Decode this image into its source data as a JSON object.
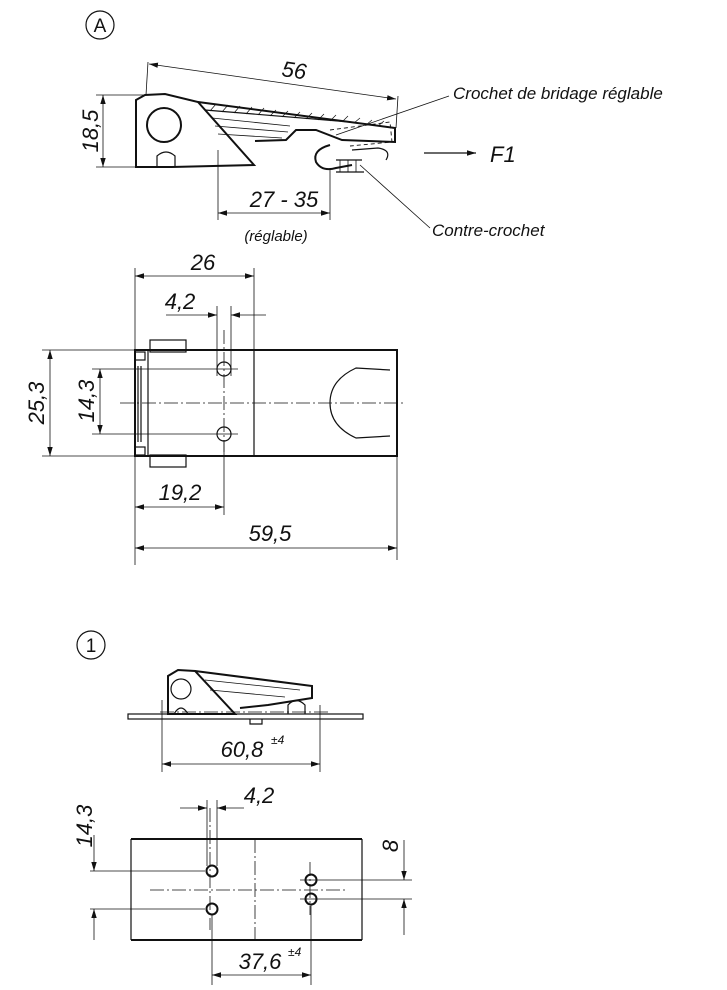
{
  "view_a": {
    "marker": "A",
    "dim_length": "56",
    "dim_height": "18,5",
    "dim_adjust": "27 - 35",
    "dim_adjust_note": "(réglable)",
    "label_hook": "Crochet de bridage réglable",
    "label_counter_hook": "Contre-crochet",
    "force_label": "F1"
  },
  "view_a_plan": {
    "dim_width": "26",
    "dim_hole_dia": "4,2",
    "dim_total_height": "25,3",
    "dim_hole_spacing": "14,3",
    "dim_hole_offset": "19,2",
    "dim_total_length": "59,5"
  },
  "view_1": {
    "marker": "1",
    "dim_mount": "60,8",
    "dim_mount_tol": "±4"
  },
  "view_1_plan": {
    "dim_hole_spacing": "14,3",
    "dim_hole_dia": "4,2",
    "dim_counter_spacing": "8",
    "dim_center_distance": "37,6",
    "dim_center_tol": "±4"
  },
  "colors": {
    "line": "#111111",
    "background": "#ffffff"
  }
}
